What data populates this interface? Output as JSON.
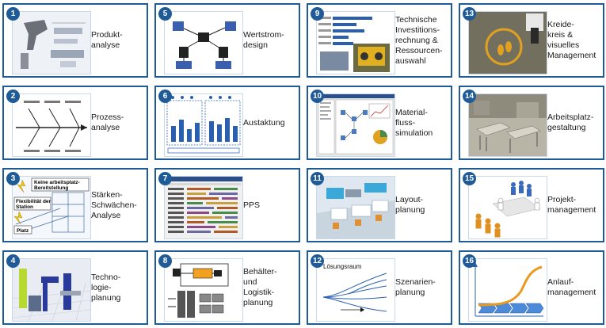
{
  "tiles": [
    {
      "num": "1",
      "label": "Produkt-\nanalyse"
    },
    {
      "num": "2",
      "label": "Prozess-\nanalyse"
    },
    {
      "num": "3",
      "label": "Stärken-\nSchwächen-\nAnalyse"
    },
    {
      "num": "4",
      "label": "Techno-\nlogie-\nplanung"
    },
    {
      "num": "5",
      "label": "Wertstrom-\ndesign"
    },
    {
      "num": "6",
      "label": "Austaktung"
    },
    {
      "num": "7",
      "label": "PPS"
    },
    {
      "num": "8",
      "label": "Behälter-\nund\nLogistik-\nplanung"
    },
    {
      "num": "9",
      "label": "Technische\nInvestitions-\nrechnung &\nRessourcen-\nauswahl"
    },
    {
      "num": "10",
      "label": "Material-\nfluss-\nsimulation"
    },
    {
      "num": "11",
      "label": "Layout-\nplanung"
    },
    {
      "num": "12",
      "label": "Szenarien-\nplanung"
    },
    {
      "num": "13",
      "label": "Kreide-\nkreis &\nvisuelles\nManagement"
    },
    {
      "num": "14",
      "label": "Arbeitsplatz-\ngestaltung"
    },
    {
      "num": "15",
      "label": "Projekt-\nmanagement"
    },
    {
      "num": "16",
      "label": "Anlauf-\nmanagement"
    }
  ],
  "thumb_text": {
    "t3_a": "Keine arbeitsplatz-",
    "t3_b": "Bereitstellung",
    "t3_c": "Flexibilität der",
    "t3_d": "Station",
    "t3_e": "Platz",
    "t12_title": "Lösungsraum"
  }
}
